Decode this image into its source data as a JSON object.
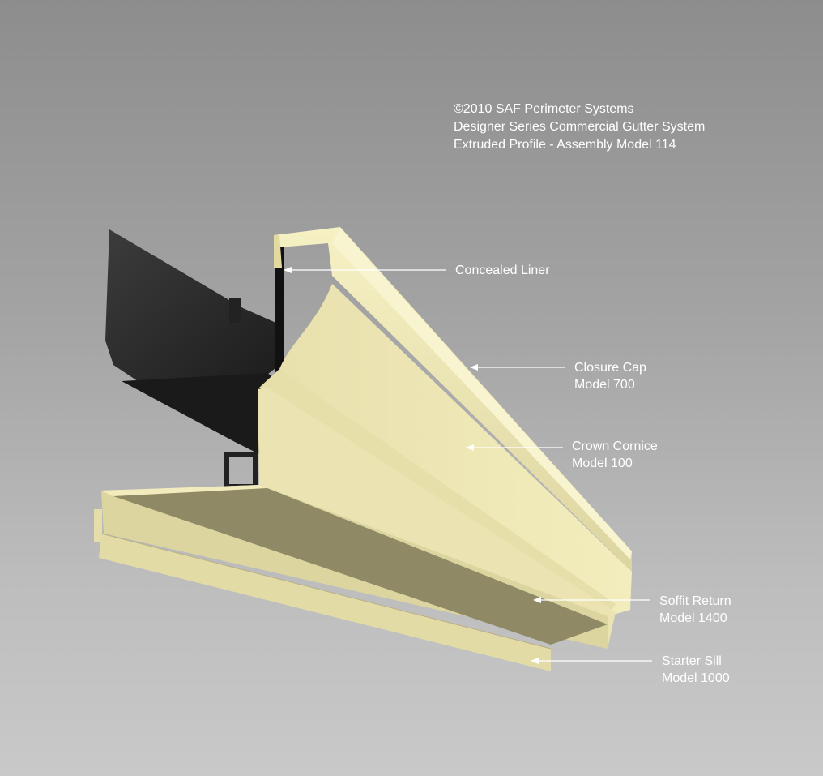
{
  "title": {
    "line1": "©2010 SAF Perimeter Systems",
    "line2": "Designer Series Commercial Gutter System",
    "line3": "Extruded Profile - Assembly Model 114"
  },
  "callouts": [
    {
      "name": "Concealed Liner",
      "model": ""
    },
    {
      "name": "Closure Cap",
      "model": "Model 700"
    },
    {
      "name": "Crown Cornice",
      "model": "Model 100"
    },
    {
      "name": "Soffit Return",
      "model": "Model 1400"
    },
    {
      "name": "Starter Sill",
      "model": "Model 1000"
    }
  ],
  "colors": {
    "cream": "#efe9b8",
    "liner": "#2a2a2a",
    "leader": "#ffffff"
  }
}
